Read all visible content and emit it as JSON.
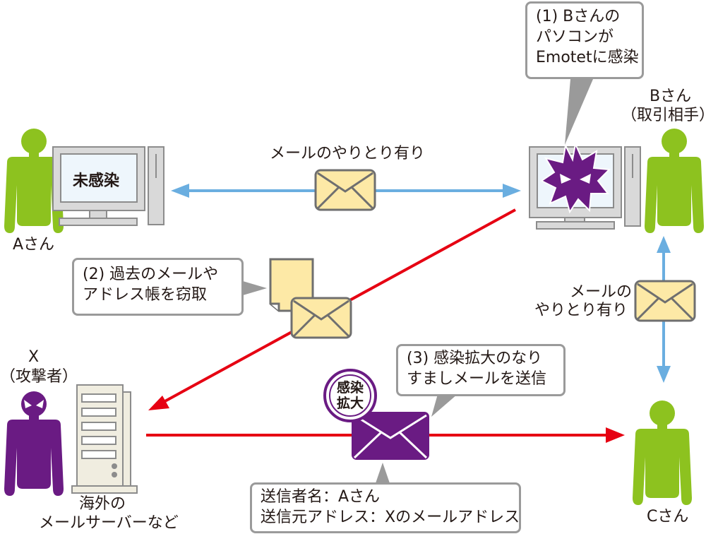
{
  "title": "Emotet infection spread via spoofed email",
  "colors": {
    "victim_green": "#8dc21f",
    "attacker_purple": "#6a1b83",
    "exchange_arrow_blue": "#6aaee0",
    "attack_arrow_red": "#e60012",
    "envelope_yellow": "#fde9a6",
    "bubble_border": "#9a9a9a"
  },
  "actors": {
    "a": {
      "label": "Aさん",
      "screen_label": "未感染"
    },
    "b": {
      "label_line1": "Bさん",
      "label_line2": "（取引相手）"
    },
    "c": {
      "label": "Cさん"
    },
    "x": {
      "label_line1": "X",
      "label_line2": "（攻撃者）",
      "server_label_line1": "海外の",
      "server_label_line2": "メールサーバーなど"
    }
  },
  "exchange_labels": {
    "a_b": "メールのやりとり有り",
    "b_c_line1": "メールの",
    "b_c_line2": "やりとり有り"
  },
  "callouts": {
    "step1": {
      "line1": "(1) Bさんの",
      "line2": "パソコンが",
      "line3": "Emotetに感染"
    },
    "step2": {
      "line1": "(2) 過去のメールや",
      "line2": "アドレス帳を窃取"
    },
    "step3": {
      "line1": "(3) 感染拡大のなり",
      "line2": "すましメールを送信"
    },
    "spoof": {
      "line1": "送信者名：Aさん",
      "line2": "送信元アドレス：Xのメールアドレス"
    }
  },
  "badge": {
    "line1": "感染",
    "line2": "拡大"
  },
  "icons": [
    "person-icon",
    "computer-icon",
    "virus-icon",
    "envelope-icon",
    "document-icon",
    "server-icon",
    "attacker-icon"
  ]
}
